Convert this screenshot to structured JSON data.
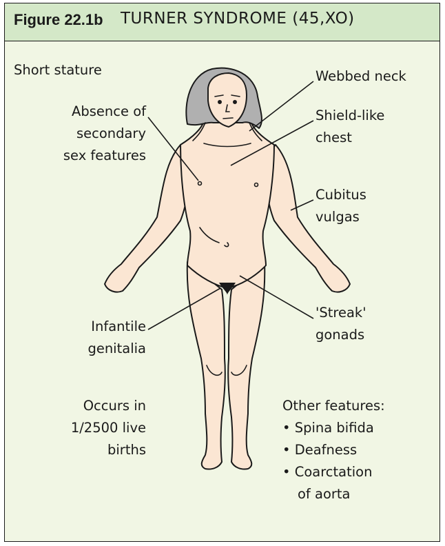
{
  "header": {
    "figure_number": "Figure 22.1b",
    "title": "TURNER SYNDROME (45,XO)"
  },
  "labels": {
    "short_stature": "Short stature",
    "absence_line1": "Absence of",
    "absence_line2": "secondary",
    "absence_line3": "sex features",
    "webbed_neck": "Webbed neck",
    "shield_line1": "Shield-like",
    "shield_line2": "chest",
    "cubitus_line1": "Cubitus",
    "cubitus_line2": "vulgas",
    "infantile_line1": "Infantile",
    "infantile_line2": "genitalia",
    "streak_line1": "'Streak'",
    "streak_line2": "gonads"
  },
  "incidence": {
    "line1": "Occurs in",
    "line2": "1/2500 live",
    "line3": "births"
  },
  "other_features": {
    "heading": "Other features:",
    "items": [
      "Spina bifida",
      "Deafness",
      "Coarctation",
      "of aorta"
    ]
  },
  "colors": {
    "panel_bg": "#f1f6e4",
    "header_bg": "#d4e8c8",
    "skin": "#fbe6d3",
    "hair": "#b0b0b0",
    "outline": "#1a1a1a"
  }
}
